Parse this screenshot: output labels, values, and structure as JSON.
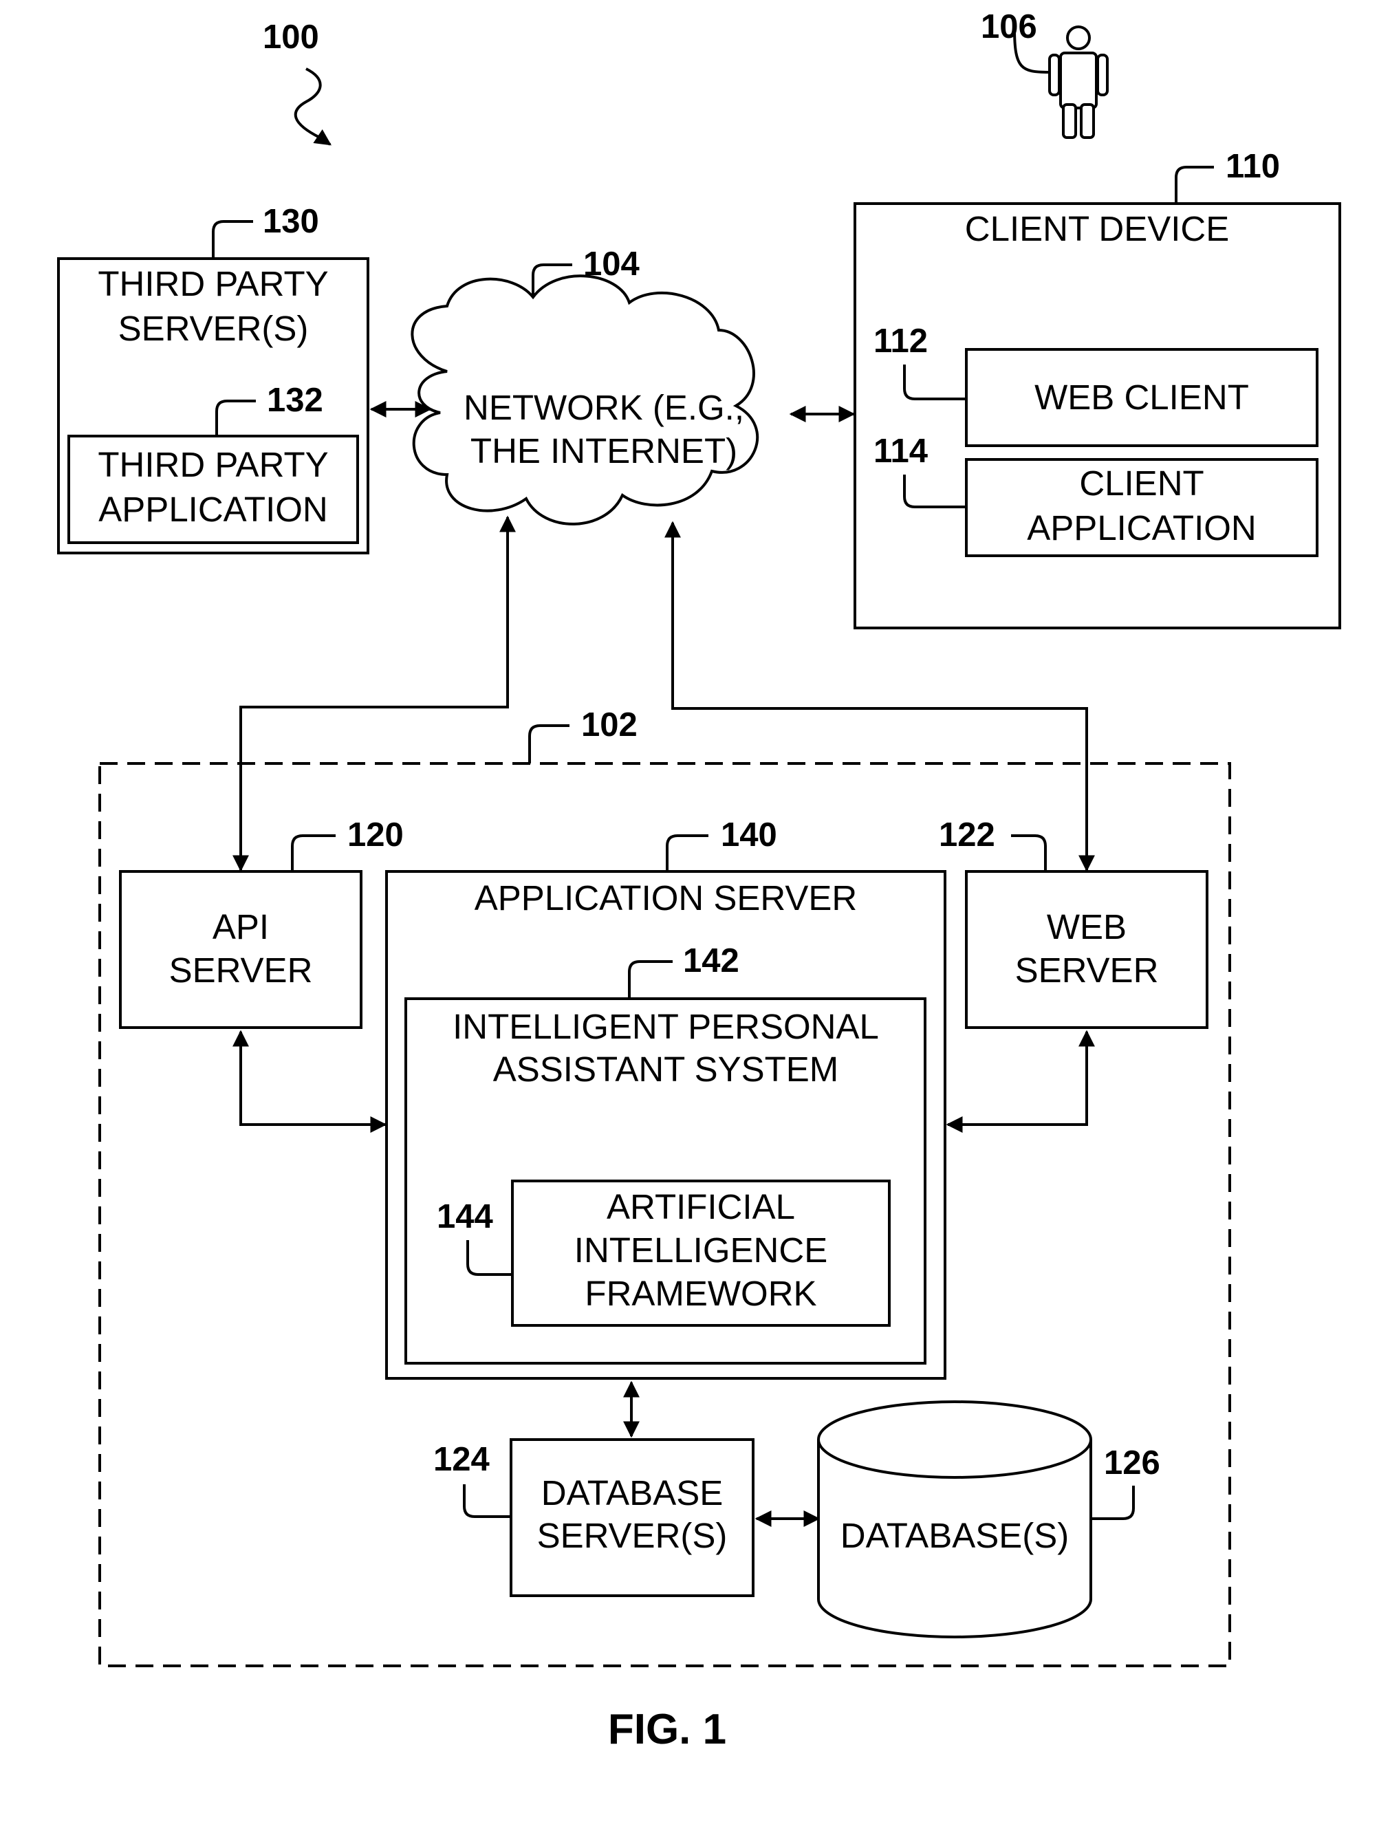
{
  "figure": {
    "caption": "FIG. 1",
    "system_ref": "100"
  },
  "user": {
    "ref": "106"
  },
  "third_party_server": {
    "ref": "130",
    "line1": "THIRD PARTY",
    "line2": "SERVER(S)",
    "app": {
      "ref": "132",
      "line1": "THIRD PARTY",
      "line2": "APPLICATION"
    }
  },
  "network": {
    "ref": "104",
    "line1": "NETWORK (E.G.,",
    "line2": "THE INTERNET)"
  },
  "client_device": {
    "ref": "110",
    "title": "CLIENT DEVICE",
    "web_client": {
      "ref": "112",
      "label": "WEB CLIENT"
    },
    "client_app": {
      "ref": "114",
      "line1": "CLIENT",
      "line2": "APPLICATION"
    }
  },
  "networked_system": {
    "ref": "102"
  },
  "api_server": {
    "ref": "120",
    "line1": "API",
    "line2": "SERVER"
  },
  "application_server": {
    "ref": "140",
    "title": "APPLICATION SERVER",
    "ipa": {
      "ref": "142",
      "line1": "INTELLIGENT PERSONAL",
      "line2": "ASSISTANT SYSTEM",
      "ai": {
        "ref": "144",
        "line1": "ARTIFICIAL",
        "line2": "INTELLIGENCE",
        "line3": "FRAMEWORK"
      }
    }
  },
  "web_server": {
    "ref": "122",
    "line1": "WEB",
    "line2": "SERVER"
  },
  "database_server": {
    "ref": "124",
    "line1": "DATABASE",
    "line2": "SERVER(S)"
  },
  "database": {
    "ref": "126",
    "label": "DATABASE(S)"
  }
}
